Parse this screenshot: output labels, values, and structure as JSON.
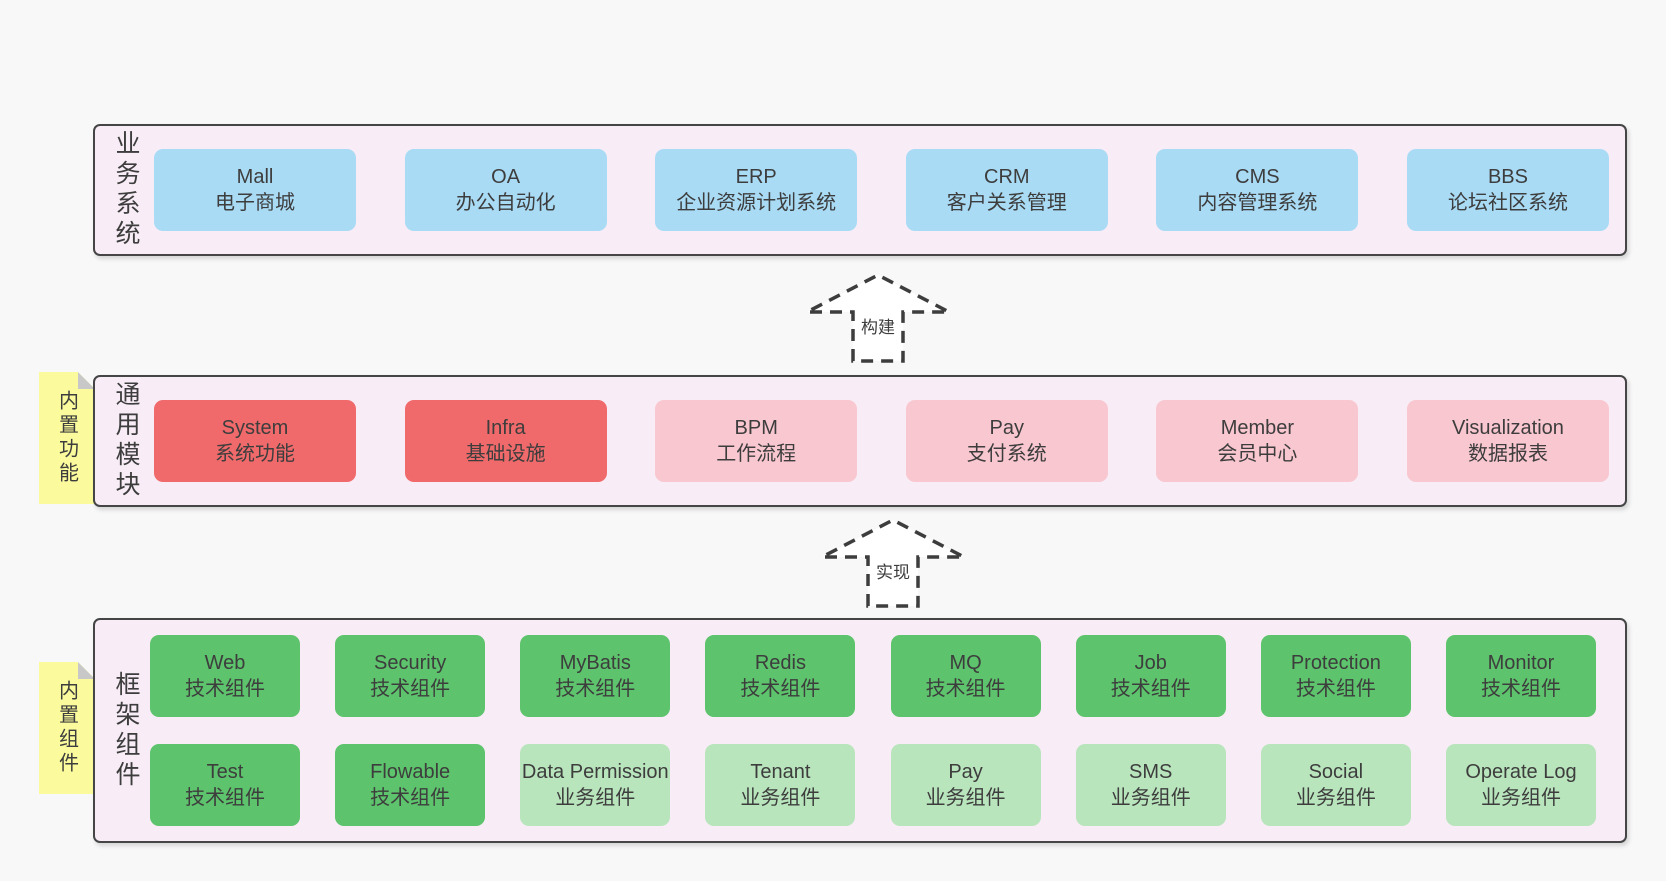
{
  "arrows": [
    {
      "label": "构建"
    },
    {
      "label": "实现"
    }
  ],
  "layers": [
    {
      "label": "业务系统",
      "note": null,
      "rows": [
        [
          {
            "title": "Mall",
            "subtitle": "电子商城",
            "type": "blue"
          },
          {
            "title": "OA",
            "subtitle": "办公自动化",
            "type": "blue"
          },
          {
            "title": "ERP",
            "subtitle": "企业资源计划系统",
            "type": "blue"
          },
          {
            "title": "CRM",
            "subtitle": "客户关系管理",
            "type": "blue"
          },
          {
            "title": "CMS",
            "subtitle": "内容管理系统",
            "type": "blue"
          },
          {
            "title": "BBS",
            "subtitle": "论坛社区系统",
            "type": "blue"
          }
        ]
      ]
    },
    {
      "label": "通用模块",
      "note": "内置功能",
      "rows": [
        [
          {
            "title": "System",
            "subtitle": "系统功能",
            "type": "red"
          },
          {
            "title": "Infra",
            "subtitle": "基础设施",
            "type": "red"
          },
          {
            "title": "BPM",
            "subtitle": "工作流程",
            "type": "pink"
          },
          {
            "title": "Pay",
            "subtitle": "支付系统",
            "type": "pink"
          },
          {
            "title": "Member",
            "subtitle": "会员中心",
            "type": "pink"
          },
          {
            "title": "Visualization",
            "subtitle": "数据报表",
            "type": "pink"
          }
        ]
      ]
    },
    {
      "label": "框架组件",
      "note": "内置组件",
      "rows": [
        [
          {
            "title": "Web",
            "subtitle": "技术组件",
            "type": "green"
          },
          {
            "title": "Security",
            "subtitle": "技术组件",
            "type": "green"
          },
          {
            "title": "MyBatis",
            "subtitle": "技术组件",
            "type": "green"
          },
          {
            "title": "Redis",
            "subtitle": "技术组件",
            "type": "green"
          },
          {
            "title": "MQ",
            "subtitle": "技术组件",
            "type": "green"
          },
          {
            "title": "Job",
            "subtitle": "技术组件",
            "type": "green"
          },
          {
            "title": "Protection",
            "subtitle": "技术组件",
            "type": "green"
          },
          {
            "title": "Monitor",
            "subtitle": "技术组件",
            "type": "green"
          }
        ],
        [
          {
            "title": "Test",
            "subtitle": "技术组件",
            "type": "green"
          },
          {
            "title": "Flowable",
            "subtitle": "技术组件",
            "type": "green"
          },
          {
            "title": "Data Permission",
            "subtitle": "业务组件",
            "type": "lightgreen"
          },
          {
            "title": "Tenant",
            "subtitle": "业务组件",
            "type": "lightgreen"
          },
          {
            "title": "Pay",
            "subtitle": "业务组件",
            "type": "lightgreen"
          },
          {
            "title": "SMS",
            "subtitle": "业务组件",
            "type": "lightgreen"
          },
          {
            "title": "Social",
            "subtitle": "业务组件",
            "type": "lightgreen"
          },
          {
            "title": "Operate Log",
            "subtitle": "业务组件",
            "type": "lightgreen"
          }
        ]
      ]
    }
  ],
  "colors": {
    "page-bg": "#f8f8f8",
    "container-fill": "#f8edf6",
    "container-border": "#454545",
    "blue": "#a9dbf5",
    "red": "#f16a6b",
    "pink": "#f9c7d0",
    "green": "#5dc36c",
    "lightgreen": "#b9e5bd",
    "note-yellow": "#fbfb9e",
    "note-fold": "#c8c8c8",
    "text": "#3d3d3d",
    "arrow": "#3d3d3d"
  }
}
